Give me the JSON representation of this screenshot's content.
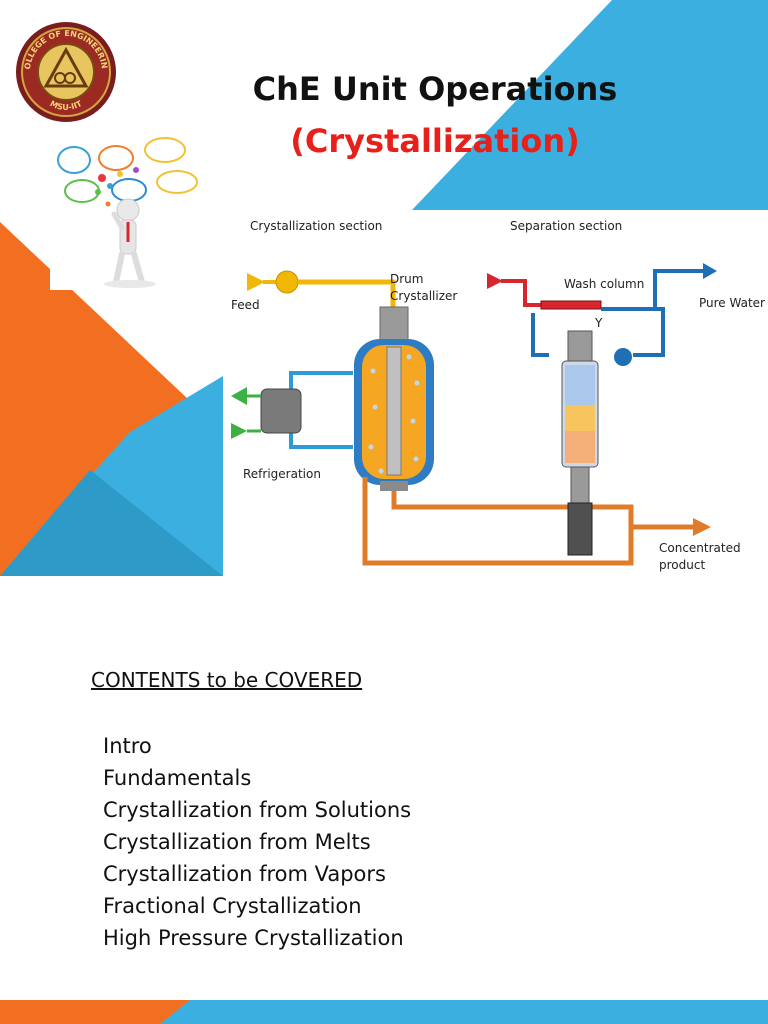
{
  "slide": {
    "title": "ChE Unit Operations",
    "subtitle": "(Crystallization)"
  },
  "logo": {
    "top_text": "COLLEGE OF ENGINEERING",
    "bottom_text": "MSU-IIT"
  },
  "diagram": {
    "section_left": "Crystallization section",
    "section_right": "Separation section",
    "labels": {
      "feed": "Feed",
      "drum_line1": "Drum",
      "drum_line2": "Crystallizer",
      "refrigeration": "Refrigeration",
      "wash_column": "Wash column",
      "pure_water": "Pure Water",
      "concentrated_line1": "Concentrated",
      "concentrated_line2": "product",
      "y_mark": "Y"
    }
  },
  "contents": {
    "heading": "CONTENTS to be COVERED",
    "items": [
      "Intro",
      "Fundamentals",
      "Crystallization from Solutions",
      "Crystallization from Melts",
      "Crystallization from Vapors",
      "Fractional Crystallization",
      "High Pressure Crystallization"
    ]
  },
  "colors": {
    "accent_blue": "#3bb0e0",
    "accent_orange": "#f26f21",
    "title_red": "#e8201a",
    "pipe_orange": "#e07b2a",
    "pipe_yellow": "#f2b705",
    "pipe_blue": "#1f6fb4",
    "pipe_red": "#d8262e"
  }
}
